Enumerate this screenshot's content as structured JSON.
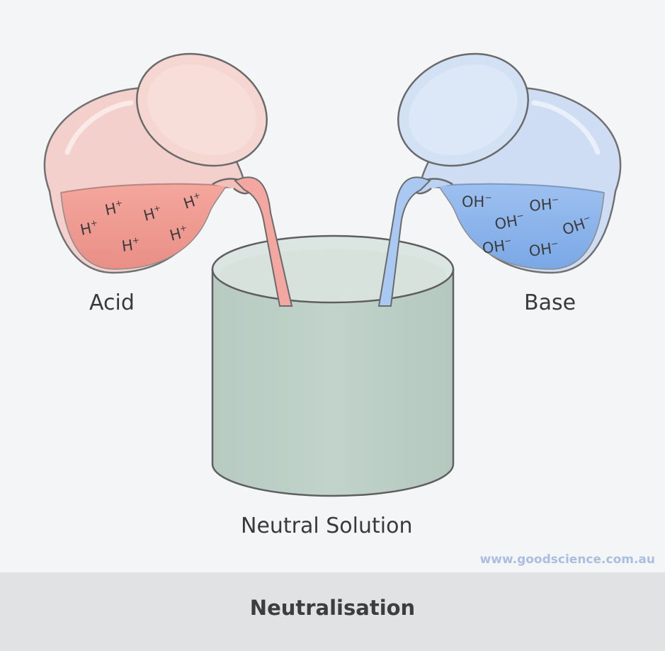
{
  "labels": {
    "acid": "Acid",
    "base": "Base",
    "neutral_solution": "Neutral Solution"
  },
  "acid_ions": {
    "symbol": "H",
    "charge": "+"
  },
  "base_ions": {
    "symbol": "OH",
    "charge": "−"
  },
  "source": "www.goodscience.com.au",
  "footer": {
    "title": "Neutralisation"
  },
  "colors": {
    "acid_liquid": "#ef9c94",
    "acid_jug": "#f2c9c3",
    "base_liquid": "#8cb5ec",
    "base_jug": "#c9dbf4",
    "container": "#bccfc6",
    "background": "#f4f5f7",
    "footer_bar": "#e1e2e4"
  }
}
